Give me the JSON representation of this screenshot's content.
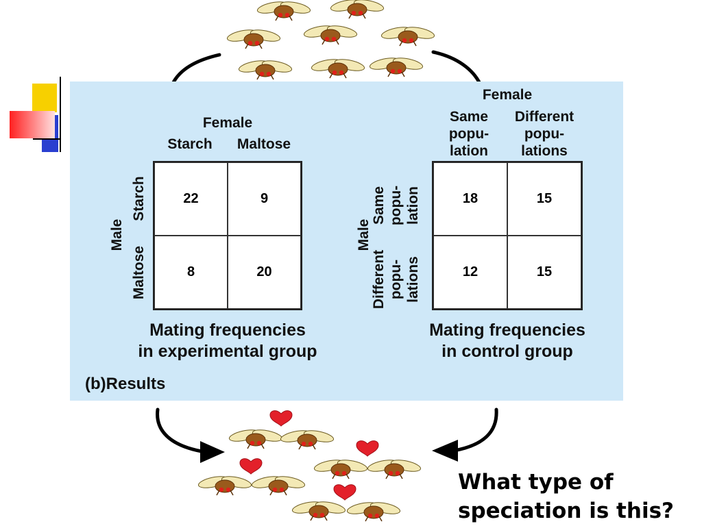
{
  "panel": {
    "section_label": "(b)Results",
    "experimental": {
      "female_header": "Female",
      "col_labels": [
        "Starch",
        "Maltose"
      ],
      "male_header": "Male",
      "row_labels": [
        "Starch",
        "Maltose"
      ],
      "cells": [
        [
          "22",
          "9"
        ],
        [
          "8",
          "20"
        ]
      ],
      "caption_line1": "Mating frequencies",
      "caption_line2": "in experimental group"
    },
    "control": {
      "female_header": "Female",
      "col1_lines": [
        "Same",
        "popu-",
        "lation"
      ],
      "col2_lines": [
        "Different",
        "popu-",
        "lations"
      ],
      "male_header": "Male",
      "row1_lines": [
        "Same",
        "popu-",
        "lation"
      ],
      "row2_lines": [
        "Different",
        "popu-",
        "lations"
      ],
      "cells": [
        [
          "18",
          "15"
        ],
        [
          "12",
          "15"
        ]
      ],
      "caption_line1": "Mating frequencies",
      "caption_line2": "in control group"
    }
  },
  "question": {
    "line1": "What type of",
    "line2": "speciation is this?"
  },
  "colors": {
    "panel_bg": "#cfe8f8",
    "fly_body": "#9a5a1c",
    "fly_wing": "#f3e9b5",
    "fly_eye": "#e0201a",
    "heart": "#e3202a",
    "accent_yellow": "#f7d000",
    "accent_blue": "#2a3fd0",
    "accent_red": "#ff3030"
  }
}
